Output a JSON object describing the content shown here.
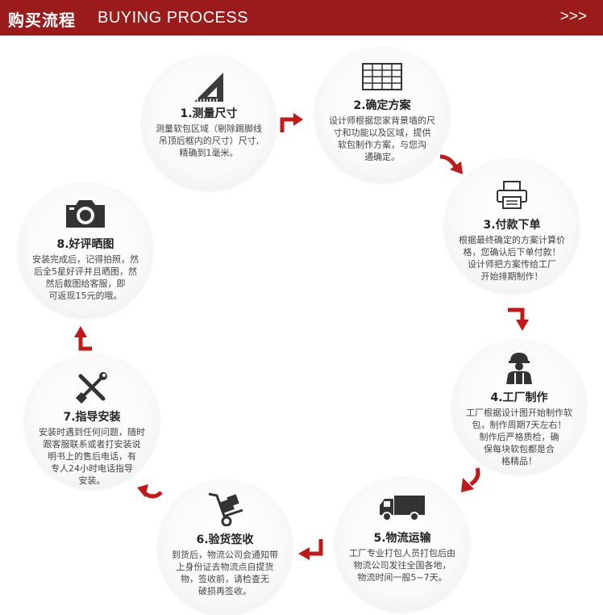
{
  "header": {
    "title_cn": "购买流程",
    "title_en": "BUYING PROCESS",
    "more": ">>>"
  },
  "steps": [
    {
      "title": "1.测量尺寸",
      "desc": "测量软包区域（剔除踢脚线\n吊顶后框内的尺寸）尺寸,\n精确到1毫米。",
      "icon": "ruler-triangle-icon"
    },
    {
      "title": "2.确定方案",
      "desc": "设计师根据您家背景墙的尺\n寸和功能以及区域，提供\n软包制作方案，与您沟\n通确定。",
      "icon": "grid-plan-icon"
    },
    {
      "title": "3.付款下单",
      "desc": "根据最终确定的方案计算价\n格，您确认后下单付款！\n设计师把方案传给工厂\n开始排期制作！",
      "icon": "printer-icon"
    },
    {
      "title": "4.工厂制作",
      "desc": "工厂根据设计图开始制作软\n包，制作周期7天左右！\n制作后严格质检，确\n保每块软包都是合\n格精品！",
      "icon": "worker-icon"
    },
    {
      "title": "5.物流运输",
      "desc": "工厂专业打包人员打包后由\n物流公司发往全国各地，\n物流时间一般5~7天。",
      "icon": "truck-icon"
    },
    {
      "title": "6.验货签收",
      "desc": "到货后，物流公司会通知带\n上身份证去物流点自提货\n物，签收前，请检查无\n破损再签收。",
      "icon": "hand-cart-icon"
    },
    {
      "title": "7.指导安装",
      "desc": "安装时遇到任何问题，随时\n跟客服联系或者打安装说\n明书上的售后电话，有\n专人24小时电话指导\n安装。",
      "icon": "tools-icon"
    },
    {
      "title": "8.好评晒图",
      "desc": "安装完成后，记得拍照，然\n后全5星好评并且晒图，然\n然后截图给客服，即\n可返现15元的哦。",
      "icon": "camera-icon"
    }
  ],
  "colors": {
    "header_bg": "#9b1b1b",
    "arrow": "#c41818"
  }
}
